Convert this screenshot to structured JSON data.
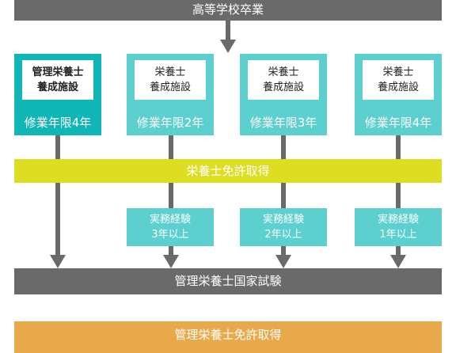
{
  "top_bar": "高等学校卒業",
  "schools": [
    {
      "line1": "管理栄養士",
      "line2": "養成施設",
      "years": "修業年限4年",
      "color": "#10b5b5"
    },
    {
      "line1": "栄養士",
      "line2": "養成施設",
      "years": "修業年限2年",
      "color": "#5ccfcf"
    },
    {
      "line1": "栄養士",
      "line2": "養成施設",
      "years": "修業年限3年",
      "color": "#5ccfcf"
    },
    {
      "line1": "栄養士",
      "line2": "養成施設",
      "years": "修業年限4年",
      "color": "#5ccfcf"
    }
  ],
  "license_bar": "栄養士免許取得",
  "experience": [
    {
      "line1": "実務経験",
      "line2": "3年以上"
    },
    {
      "line1": "実務経験",
      "line2": "2年以上"
    },
    {
      "line1": "実務経験",
      "line2": "1年以上"
    }
  ],
  "exam_bar": "管理栄養士国家試験",
  "final_bar": "管理栄養士免許取得",
  "colors": {
    "gray": "#6a6a6a",
    "teal_dark": "#10b5b5",
    "teal": "#5ccfcf",
    "yellow": "#dddd22",
    "orange": "#e8a94a"
  }
}
